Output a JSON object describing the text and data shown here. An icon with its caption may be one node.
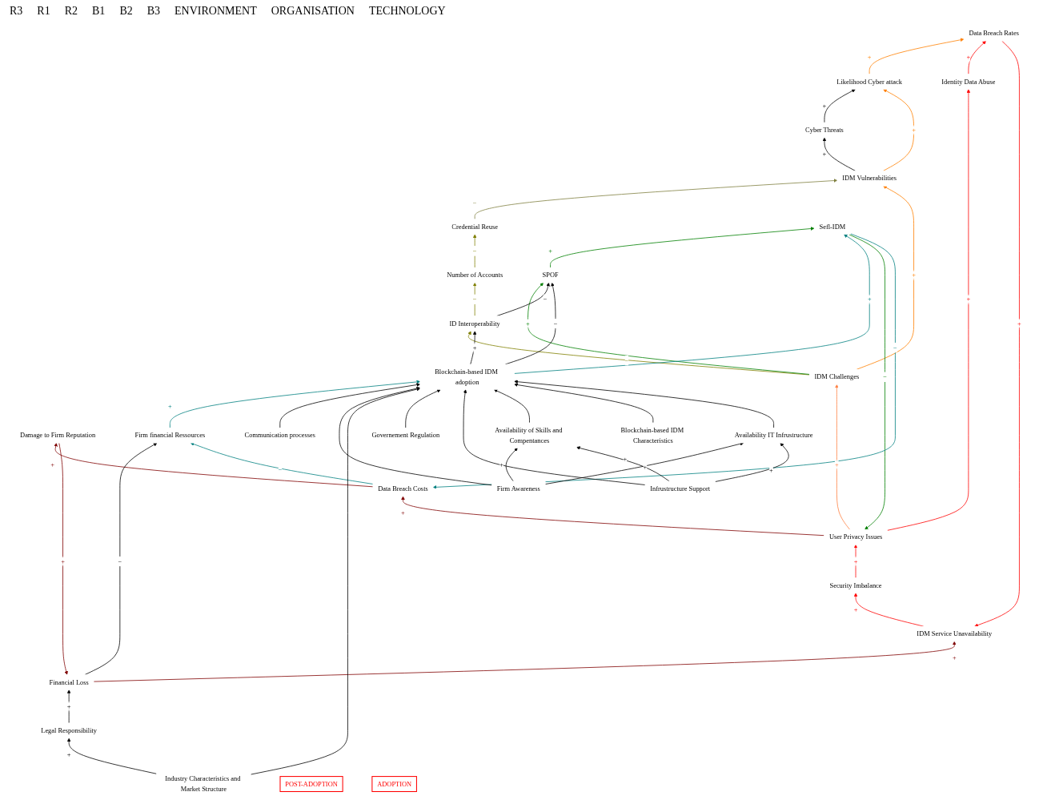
{
  "diagram": {
    "nodes": [
      {
        "text": [
          "Legal Responsibility"
        ]
      },
      {
        "text": [
          "Data Breach Rates"
        ]
      },
      {
        "text": [
          "Financial Loss"
        ]
      },
      {
        "text": [
          "Likelihood Cyber attack"
        ]
      },
      {
        "text": [
          "IDM Service Unavailability"
        ]
      },
      {
        "text": [
          "Cyber Threats"
        ]
      },
      {
        "text": [
          "IDM Vulnerabilities"
        ]
      },
      {
        "text": [
          "Credential Reuse"
        ]
      },
      {
        "text": [
          "Identity Data Abuse"
        ]
      },
      {
        "text": [
          "Security Imbalance"
        ]
      },
      {
        "text": [
          "Damage to Firm Reputation"
        ]
      },
      {
        "text": [
          "Number of Accounts"
        ]
      },
      {
        "text": [
          "IDM Challenges"
        ]
      },
      {
        "text": [
          "User Privacy Issues"
        ]
      },
      {
        "text": [
          "Data Breach Costs"
        ]
      },
      {
        "text": [
          "ID Interoperability"
        ]
      },
      {
        "text": [
          "Industry Characteristics and Market Structure"
        ]
      },
      {
        "text": [
          "SPOF"
        ]
      },
      {
        "text": [
          "Sefl-IDM"
        ]
      },
      {
        "text": [
          "Firm financial Ressources"
        ]
      },
      {
        "text": [
          "Governement Regulation"
        ]
      },
      {
        "text": [
          "Communication processes"
        ]
      },
      {
        "text": [
          "Infrustructure Support"
        ]
      },
      {
        "text": [
          "Firm Awareness"
        ]
      },
      {
        "text": [
          "Blockchain-based IDM adoption"
        ]
      },
      {
        "text": [
          "Blockchain-based IDM Characteristics"
        ]
      },
      {
        "text": [
          "Availability of Skills and Compentances"
        ]
      },
      {
        "text": [
          "Availability IT Infrustructure"
        ]
      },
      {
        "text": [
          "POST-ADOPTION"
        ]
      },
      {
        "text": [
          "ADOPTION"
        ]
      }
    ],
    "edges": [
      {
        "from": 0,
        "to": 2,
        "arrow": "to",
        "label": "+"
      },
      {
        "from": 16,
        "to": 0,
        "arrow": "to",
        "label": "+"
      },
      {
        "from": 5,
        "to": 3,
        "arrow": "to",
        "label": "+"
      },
      {
        "from": 6,
        "to": 5,
        "arrow": "to",
        "label": "+"
      },
      {
        "from": 6,
        "to": 3,
        "arrow": "to",
        "label": "+",
        "color": "#ff8000"
      },
      {
        "from": 3,
        "to": 1,
        "arrow": "to",
        "label": "+",
        "color": "#ff8000"
      },
      {
        "from": 8,
        "to": 1,
        "arrow": "to",
        "label": "+",
        "color": "#ff0000"
      },
      {
        "from": 1,
        "to": 4,
        "arrow": "to",
        "label": "+",
        "color": "#ff0000"
      },
      {
        "from": 2,
        "to": 4,
        "arrow": "to",
        "label": "+",
        "color": "#800000"
      },
      {
        "from": 4,
        "to": 9,
        "arrow": "to",
        "label": "+",
        "color": "#ff0000"
      },
      {
        "from": 9,
        "to": 13,
        "arrow": "to",
        "label": "+",
        "color": "#ff0000"
      },
      {
        "from": 13,
        "to": 8,
        "arrow": "to",
        "label": "+",
        "color": "#ff0000"
      },
      {
        "from": 13,
        "to": 14,
        "arrow": "to",
        "label": "+",
        "color": "#800000"
      },
      {
        "from": 14,
        "to": 10,
        "arrow": "to",
        "label": "+",
        "color": "#800000"
      },
      {
        "from": 10,
        "to": 2,
        "arrow": "to",
        "label": "+",
        "color": "#800000"
      },
      {
        "from": 2,
        "to": 19,
        "arrow": "to",
        "label": "−"
      },
      {
        "from": 14,
        "to": 19,
        "arrow": "to",
        "label": "−",
        "color": "#008080"
      },
      {
        "from": 7,
        "to": 6,
        "arrow": "to",
        "label": "−",
        "color": "#808040"
      },
      {
        "from": 11,
        "to": 7,
        "arrow": "to",
        "label": "−",
        "color": "#808000"
      },
      {
        "from": 15,
        "to": 11,
        "arrow": "to",
        "label": "−",
        "color": "#808000"
      },
      {
        "from": 12,
        "to": 15,
        "arrow": "to",
        "label": "−",
        "color": "#808000"
      },
      {
        "from": 12,
        "to": 6,
        "arrow": "to",
        "label": "+",
        "color": "#ff8000"
      },
      {
        "from": 13,
        "to": 12,
        "arrow": "to",
        "label": "+",
        "color": "#ff8040"
      },
      {
        "from": 12,
        "to": 17,
        "arrow": "to",
        "label": "+",
        "color": "#008000"
      },
      {
        "from": 15,
        "to": 17,
        "arrow": "to",
        "label": "−"
      },
      {
        "from": 17,
        "to": 18,
        "arrow": "to",
        "label": "+",
        "color": "#008000"
      },
      {
        "from": 18,
        "to": 13,
        "arrow": "to",
        "label": "−",
        "color": "#008000"
      },
      {
        "from": 18,
        "to": 14,
        "arrow": "to",
        "label": "−",
        "color": "#008080"
      },
      {
        "from": 24,
        "to": 18,
        "arrow": "to",
        "label": "+",
        "color": "#008080"
      },
      {
        "from": 24,
        "to": 17,
        "arrow": "to",
        "label": "−"
      },
      {
        "from": 24,
        "to": 15,
        "arrow": "to",
        "label": "+"
      },
      {
        "from": 19,
        "to": 24,
        "arrow": "to",
        "label": "+",
        "color": "#008080"
      },
      {
        "from": 21,
        "to": 24,
        "arrow": "to"
      },
      {
        "from": 23,
        "to": 24,
        "arrow": "to"
      },
      {
        "from": 23,
        "to": 26,
        "arrow": "to",
        "label": "+"
      },
      {
        "from": 23,
        "to": 27,
        "arrow": "to",
        "label": "+"
      },
      {
        "from": 16,
        "to": 24,
        "arrow": "to"
      },
      {
        "from": 20,
        "to": 24,
        "arrow": "to"
      },
      {
        "from": 22,
        "to": 24,
        "arrow": "to"
      },
      {
        "from": 22,
        "to": 26,
        "arrow": "to",
        "label": "+"
      },
      {
        "from": 22,
        "to": 27,
        "arrow": "to",
        "label": "+"
      },
      {
        "from": 26,
        "to": 24,
        "arrow": "to"
      },
      {
        "from": 25,
        "to": 24,
        "arrow": "to"
      },
      {
        "from": 27,
        "to": 24,
        "arrow": "to"
      }
    ],
    "labels": [
      "R3",
      "R1",
      "R2",
      "B1",
      "B2",
      "B3",
      "ENVIRONMENT",
      "ORGANISATION",
      "TECHNOLOGY"
    ]
  }
}
